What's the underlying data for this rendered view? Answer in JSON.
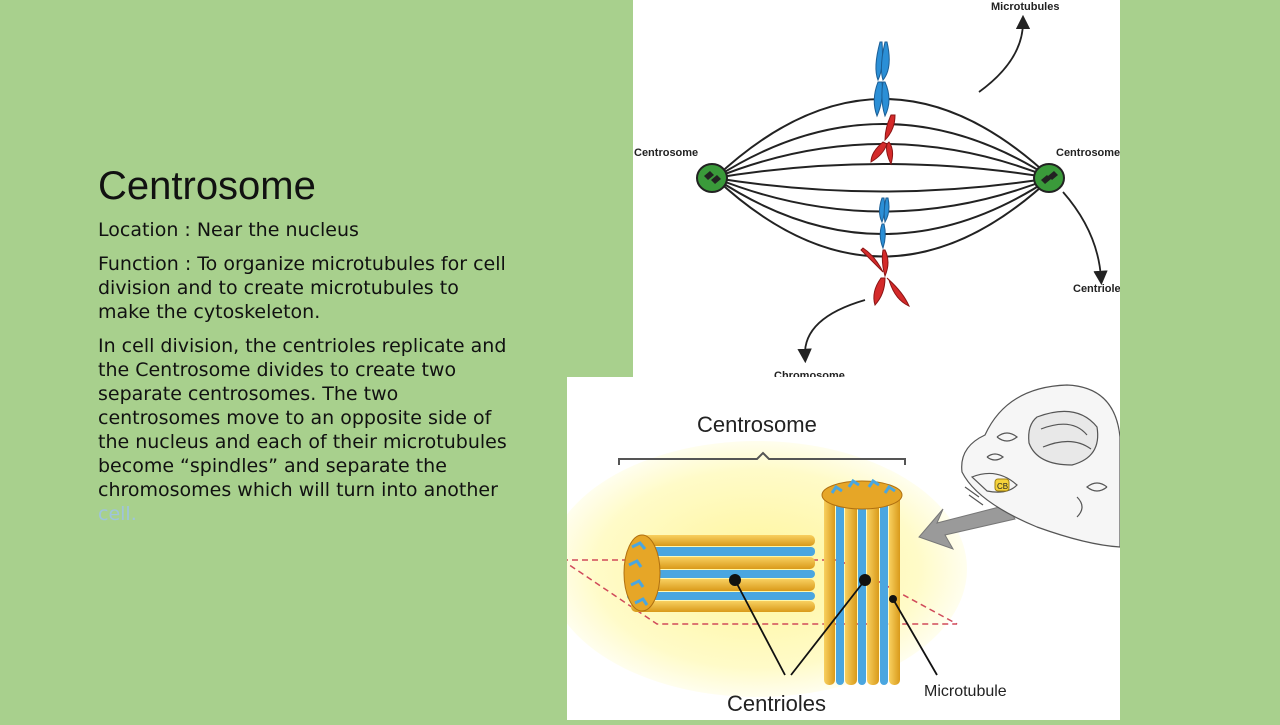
{
  "slide": {
    "title": "Centrosome",
    "location": "Location : Near the nucleus",
    "function": " Function :  To organize microtubules  for cell division and to create microtubules to make the cytoskeleton.",
    "division": "  In cell division, the centrioles replicate and the Centrosome divides  to create  two separate centrosomes.  The two centrosomes move to an opposite side of the nucleus and each of their microtubules become “spindles” and separate the chromosomes which will turn into another ",
    "division_link": "cell."
  },
  "diagram_top": {
    "label_microtubules": "Microtubules",
    "label_centrosome_left": "Centrosome",
    "label_centrosome_right": "Centrosome",
    "label_centriole": "Centriole",
    "label_chromosome": "Chromosome"
  },
  "diagram_bottom": {
    "label_centrosome": "Centrosome",
    "label_centrioles": "Centrioles",
    "label_microtubule": "Microtubule",
    "inset_text": "CB"
  },
  "colors": {
    "background": "#a8d08d",
    "centrosome_green": "#3a9a3a",
    "chromosome_blue": "#2b8fd6",
    "chromosome_red": "#d42a2a",
    "tube_yellow": "#f0b92a",
    "tube_blue": "#4aa6e0"
  }
}
